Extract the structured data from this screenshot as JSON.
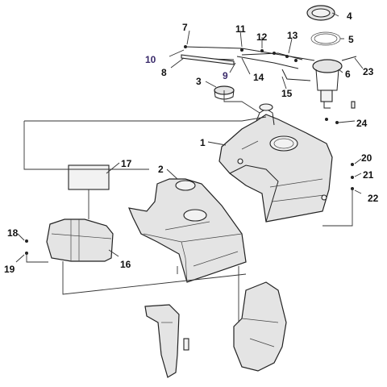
{
  "diagram": {
    "callouts": {
      "c1": "1",
      "c2": "2",
      "c3": "3",
      "c4": "4",
      "c5": "5",
      "c6": "6",
      "c7": "7",
      "c8": "8",
      "c9": "9",
      "c10": "10",
      "c11": "11",
      "c12": "12",
      "c13": "13",
      "c14": "14",
      "c15": "15",
      "c16": "16",
      "c17": "17",
      "c18": "18",
      "c19": "19",
      "c20": "20",
      "c21": "21",
      "c22": "22",
      "c23": "23",
      "c24": "24"
    },
    "colors": {
      "line": "#222222",
      "part_fill": "#e4e4e4",
      "callout_10_and_9": "#3a2a6a"
    }
  }
}
